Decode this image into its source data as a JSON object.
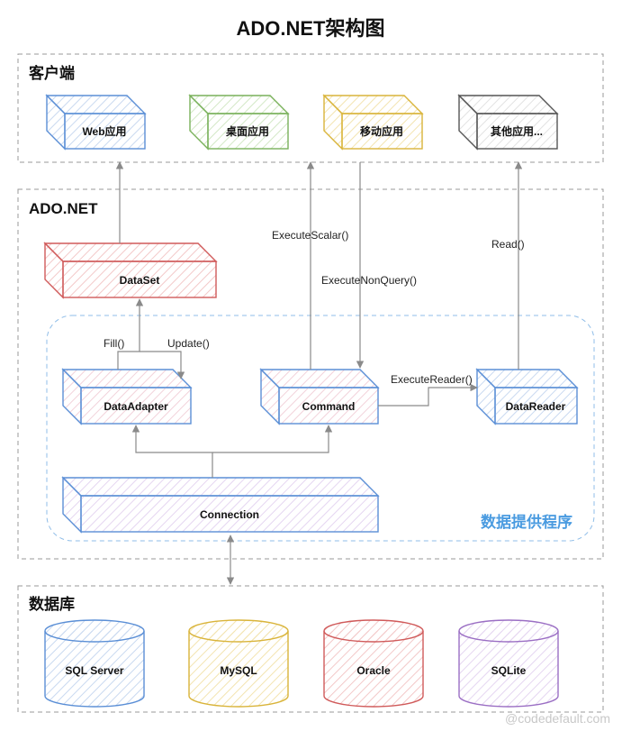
{
  "title": "ADO.NET架构图",
  "sections": {
    "client": "客户端",
    "adonet": "ADO.NET",
    "database": "数据库"
  },
  "provider_label": "数据提供程序",
  "clients": [
    "Web应用",
    "桌面应用",
    "移动应用",
    "其他应用..."
  ],
  "components": {
    "dataset": "DataSet",
    "dataadapter": "DataAdapter",
    "command": "Command",
    "datareader": "DataReader",
    "connection": "Connection"
  },
  "edges": {
    "fill": "Fill()",
    "update": "Update()",
    "execute_scalar": "ExecuteScalar()",
    "execute_nonquery": "ExecuteNonQuery()",
    "execute_reader": "ExecuteReader()",
    "read": "Read()"
  },
  "databases": [
    "SQL Server",
    "MySQL",
    "Oracle",
    "SQLite"
  ],
  "watermark": "@codedefault.com",
  "colors": {
    "blue": "#5b8fd6",
    "green": "#79b15a",
    "yellow": "#d9b43a",
    "gray": "#555555",
    "red": "#d05a5a",
    "purple": "#9b6fc4",
    "provider": "#4a9be0",
    "arrow": "#8a8a8a"
  }
}
